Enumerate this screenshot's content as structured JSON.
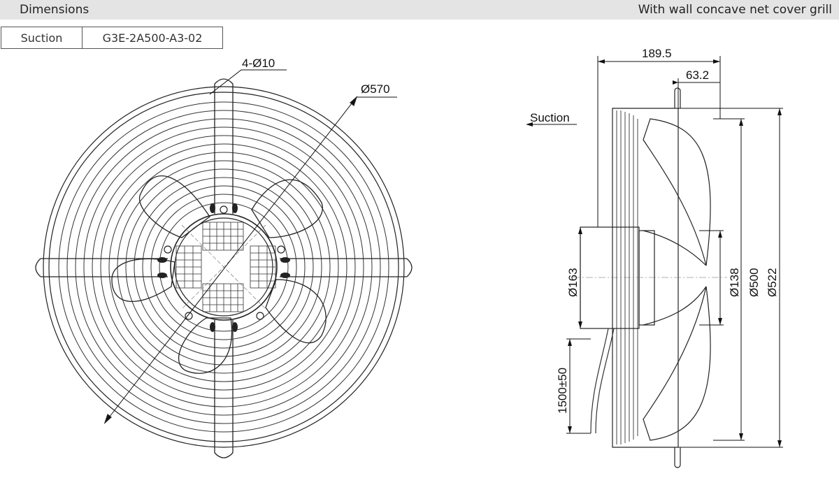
{
  "header": {
    "title": "Dimensions",
    "subtitle": "With wall concave net cover grill"
  },
  "info_table": {
    "label": "Suction",
    "value": "G3E-2A500-A3-02"
  },
  "front_view": {
    "hole_dim": "4-Ø10",
    "outer_dim": "Ø570"
  },
  "side_view": {
    "depth_total": "189.5",
    "depth_partial": "63.2",
    "suction_label": "Suction",
    "motor_dia": "Ø163",
    "hub_dia": "Ø138",
    "blade_dia": "Ø500",
    "guard_dia": "Ø522",
    "cable_length": "1500±50"
  },
  "colors": {
    "header_bg": "#e4e4e4",
    "line": "#222222"
  }
}
